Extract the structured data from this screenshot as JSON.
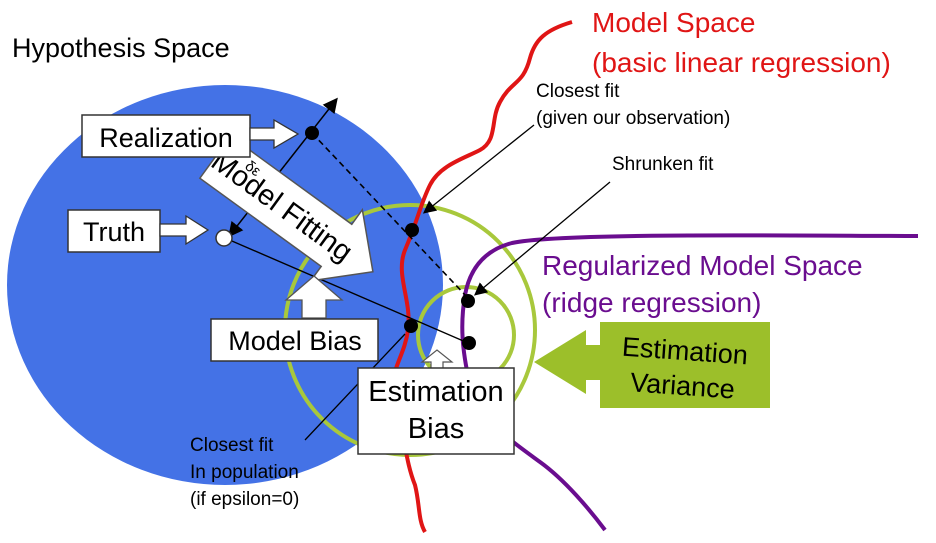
{
  "titles": {
    "hypothesis_space": "Hypothesis Space",
    "model_space_line1": "Model Space",
    "model_space_line2": "(basic linear regression)",
    "regularized_line1": "Regularized Model Space",
    "regularized_line2": "(ridge regression)"
  },
  "boxes": {
    "realization": "Realization",
    "truth": "Truth",
    "model_bias": "Model Bias",
    "estimation_bias_line1": "Estimation",
    "estimation_bias_line2": "Bias",
    "estimation_variance_line1": "Estimation",
    "estimation_variance_line2": "Variance"
  },
  "arrows": {
    "model_fitting": "Model Fitting",
    "delta_epsilon": "δε"
  },
  "annotations": {
    "closest_fit_obs_line1": "Closest fit",
    "closest_fit_obs_line2": "(given our observation)",
    "shrunken_fit": "Shrunken fit",
    "closest_fit_pop_line1": "Closest fit",
    "closest_fit_pop_line2": "In population",
    "closest_fit_pop_line3": "(if epsilon=0)"
  },
  "colors": {
    "hypothesis_fill": "#3f6fe0",
    "model_space_curve": "#e01010",
    "regularized_curve": "#6a0d8f",
    "circle_outline": "#a7c93a",
    "variance_box": "#9cbf2a"
  }
}
